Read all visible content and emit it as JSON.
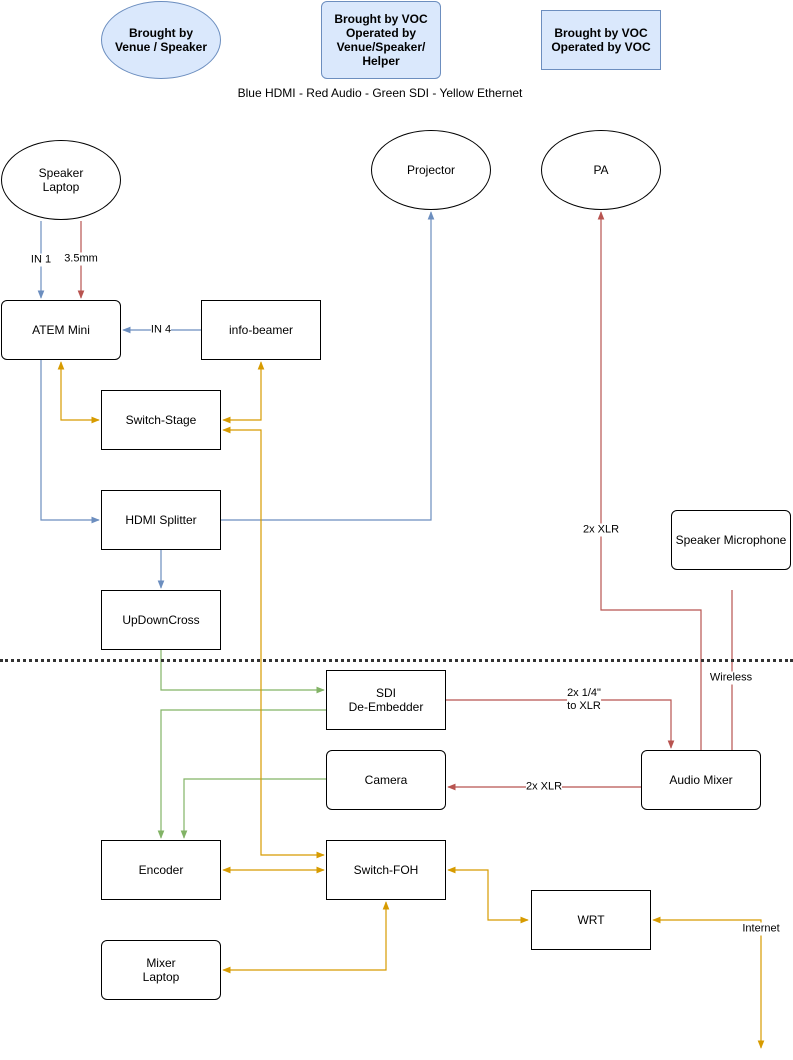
{
  "legend": {
    "venue": "Brought by\nVenue / Speaker",
    "operated": "Brought by VOC\nOperated by\nVenue/Speaker/\nHelper",
    "voc": "Brought by VOC\nOperated by VOC",
    "caption": "Blue HDMI - Red Audio - Green SDI - Yellow Ethernet"
  },
  "nodes": {
    "speaker_laptop": "Speaker\nLaptop",
    "projector": "Projector",
    "pa": "PA",
    "atem_mini": "ATEM Mini",
    "info_beamer": "info-beamer",
    "switch_stage": "Switch-Stage",
    "hdmi_splitter": "HDMI Splitter",
    "updowncross": "UpDownCross",
    "speaker_microphone": "Speaker Microphone",
    "sdi_deembedder": "SDI\nDe-Embedder",
    "camera": "Camera",
    "audio_mixer": "Audio Mixer",
    "encoder": "Encoder",
    "switch_foh": "Switch-FOH",
    "wrt": "WRT",
    "mixer_laptop": "Mixer\nLaptop"
  },
  "edge_labels": {
    "in1": "IN 1",
    "mm35": "3.5mm",
    "in4": "IN 4",
    "xlr_pa": "2x XLR",
    "wireless": "Wireless",
    "quarter_inch": "2x 1/4\"\nto XLR",
    "xlr_camera": "2x XLR",
    "internet": "Internet"
  },
  "colors": {
    "hdmi": "#6c8ebf",
    "audio": "#b85450",
    "sdi": "#82b366",
    "ethernet": "#d79b00"
  }
}
